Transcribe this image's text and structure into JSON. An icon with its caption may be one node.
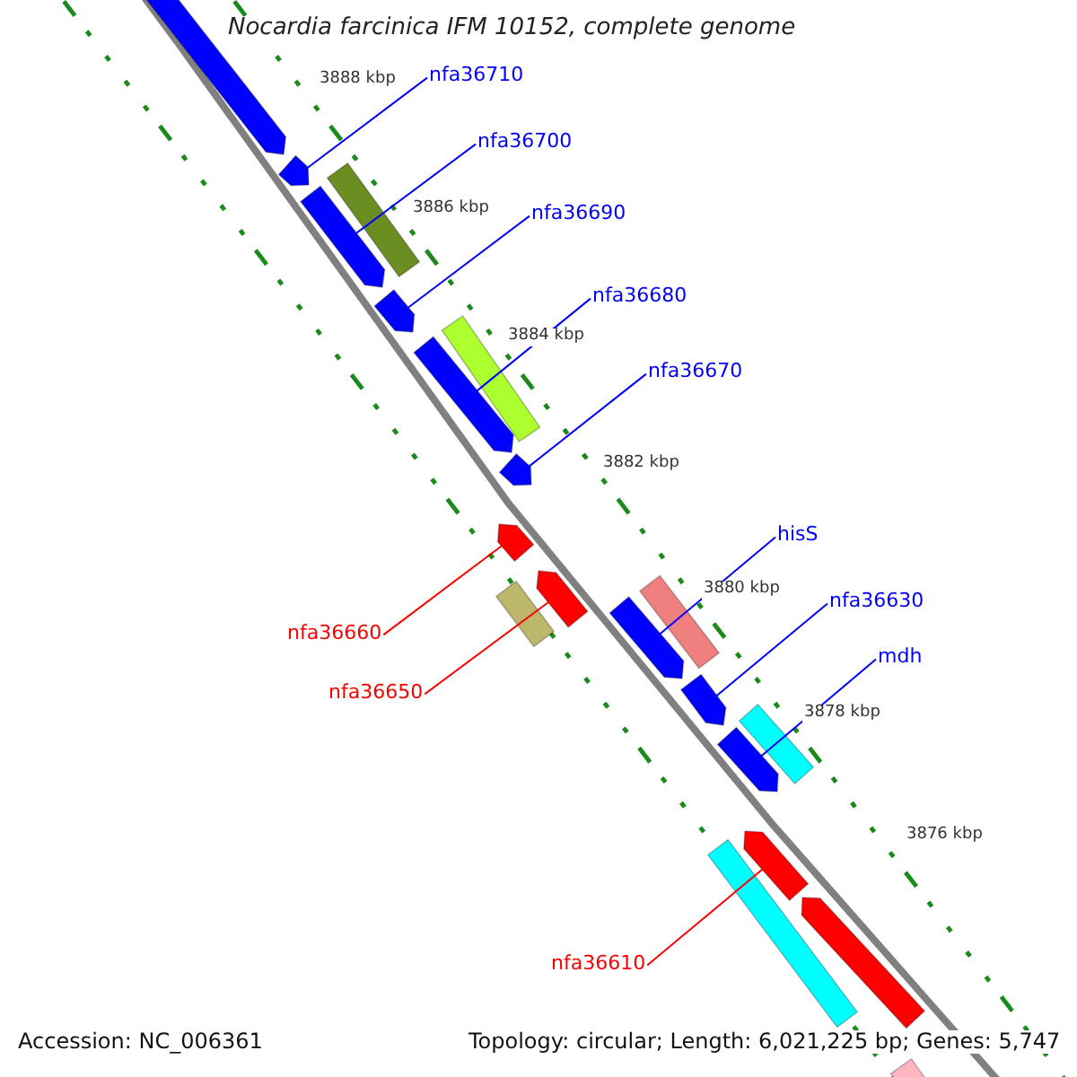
{
  "diagram": {
    "title": "Nocardia farcinica IFM 10152, complete genome",
    "nodes": [
      {
        "text": [
          "nfa36710"
        ]
      },
      {
        "text": [],
        "shape": "arrow"
      },
      {
        "text": [
          "nfa36700"
        ]
      },
      {
        "text": [],
        "shape": "arrow"
      },
      {
        "text": [
          "nfa36690"
        ]
      },
      {
        "text": [],
        "shape": "arrow"
      },
      {
        "text": [
          "nfa36680"
        ]
      },
      {
        "text": [],
        "shape": "arrow"
      },
      {
        "text": [
          "nfa36670"
        ]
      },
      {
        "text": [],
        "shape": "arrow"
      },
      {
        "text": [
          "hisS"
        ]
      },
      {
        "text": [],
        "shape": "arrow"
      },
      {
        "text": [
          "nfa36630"
        ]
      },
      {
        "text": [],
        "shape": "arrow"
      },
      {
        "text": [
          "nfa36660"
        ]
      },
      {
        "text": [],
        "shape": "arrow"
      },
      {
        "text": [
          "mdh"
        ]
      },
      {
        "text": [],
        "shape": "arrow"
      },
      {
        "text": [
          "nfa36650"
        ]
      },
      {
        "text": [],
        "shape": "arrow"
      },
      {
        "text": [
          "nfa36610"
        ]
      },
      {
        "text": [],
        "shape": "arrow"
      },
      {
        "text": [],
        "shape": "arrow"
      },
      {
        "text": [],
        "shape": "box"
      },
      {
        "text": [],
        "shape": "box"
      },
      {
        "text": [],
        "shape": "box"
      },
      {
        "text": [],
        "shape": "box"
      },
      {
        "text": [],
        "shape": "box"
      },
      {
        "text": [],
        "shape": "box"
      },
      {
        "text": [],
        "shape": "arrow"
      },
      {
        "text": [],
        "shape": "box"
      }
    ],
    "edges": [
      {
        "from": 0,
        "to": 1,
        "arrow": "none"
      },
      {
        "from": 2,
        "to": 3,
        "arrow": "none"
      },
      {
        "from": 4,
        "to": 5,
        "arrow": "none"
      },
      {
        "from": 6,
        "to": 7,
        "arrow": "none"
      },
      {
        "from": 8,
        "to": 9,
        "arrow": "none"
      },
      {
        "from": 10,
        "to": 11,
        "arrow": "none"
      },
      {
        "from": 12,
        "to": 13,
        "arrow": "none"
      },
      {
        "from": 14,
        "to": 15,
        "arrow": "none",
        "color": "#ff0000"
      },
      {
        "from": 16,
        "to": 17,
        "arrow": "none"
      },
      {
        "from": 18,
        "to": 19,
        "arrow": "none",
        "color": "#ff0000"
      },
      {
        "from": 20,
        "to": 21,
        "arrow": "none",
        "color": "#ff0000"
      }
    ],
    "labels": [
      "3888 kbp",
      "3886 kbp",
      "3884 kbp",
      "3882 kbp",
      "3880 kbp",
      "3878 kbp",
      "3876 kbp",
      "Accession: NC_006361",
      "Topology: circular; Length: 6,021,225 bp; Genes: 5,747"
    ]
  }
}
